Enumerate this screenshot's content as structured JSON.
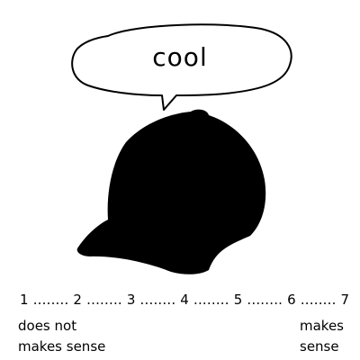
{
  "bubble": {
    "text": "cool"
  },
  "illustration": {
    "icon": "baseball-cap-icon",
    "color": "#000000"
  },
  "scale": {
    "line": "1 ........ 2 ........ 3 ........ 4 ........ 5 ........ 6 ........ 7",
    "left_label_line1": "does not",
    "left_label_line2": "makes sense",
    "right_label_line1": "makes",
    "right_label_line2": "sense"
  }
}
